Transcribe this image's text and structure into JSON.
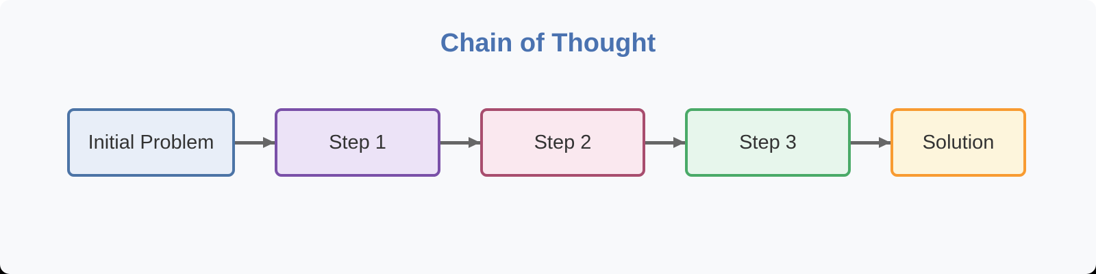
{
  "title": "Chain of Thought",
  "colors": {
    "page_top": "#ffffff",
    "page_bottom": "#000000",
    "card_background": "#f8f9fb",
    "title": "#4a72b0",
    "label_text": "#333333",
    "arrow": "#666666"
  },
  "diagram": {
    "type": "flowchart-left-to-right",
    "nodes": [
      {
        "id": "initial-problem",
        "label": "Initial Problem",
        "border_color": "#4c74a6",
        "fill_color": "#e8eef8"
      },
      {
        "id": "step-1",
        "label": "Step 1",
        "border_color": "#7a50a8",
        "fill_color": "#ece3f7"
      },
      {
        "id": "step-2",
        "label": "Step 2",
        "border_color": "#a84d6e",
        "fill_color": "#fae8ef"
      },
      {
        "id": "step-3",
        "label": "Step 3",
        "border_color": "#4aaa68",
        "fill_color": "#e7f6ec"
      },
      {
        "id": "solution",
        "label": "Solution",
        "border_color": "#f89b31",
        "fill_color": "#fdf5dc"
      }
    ],
    "edges": [
      {
        "from": "initial-problem",
        "to": "step-1"
      },
      {
        "from": "step-1",
        "to": "step-2"
      },
      {
        "from": "step-2",
        "to": "step-3"
      },
      {
        "from": "step-3",
        "to": "solution"
      }
    ]
  }
}
